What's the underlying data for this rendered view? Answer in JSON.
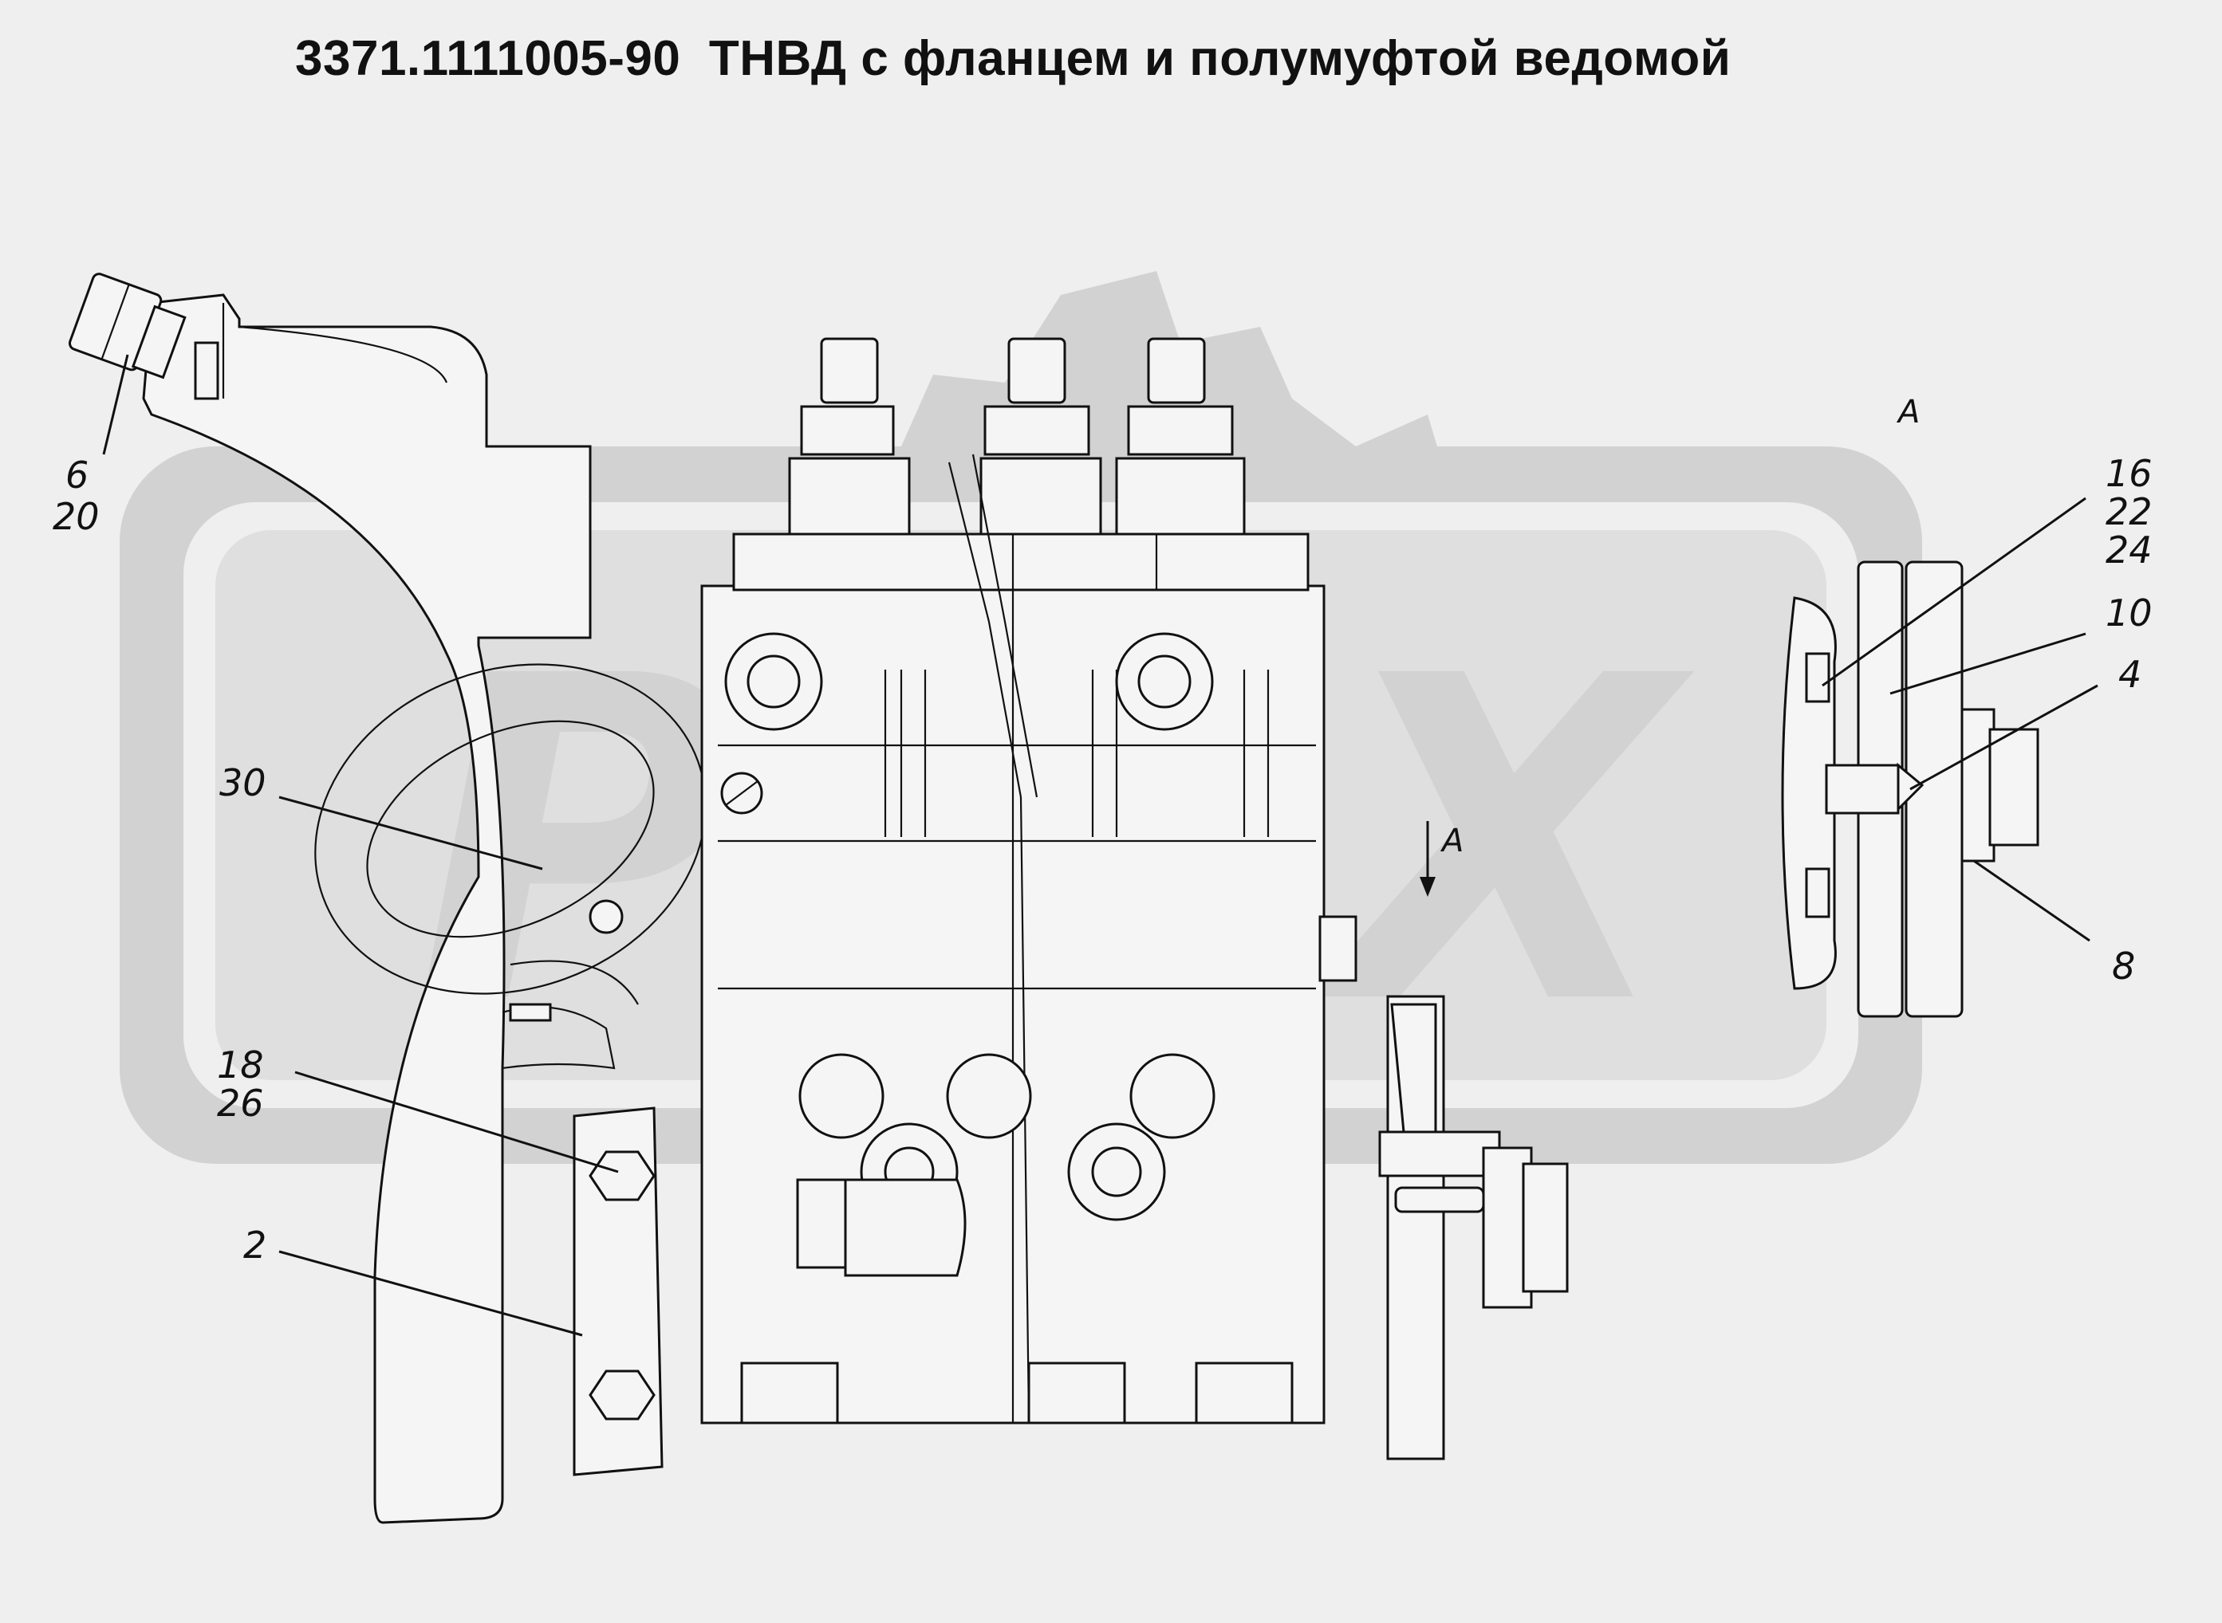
{
  "title": "3371.1111005-90  ТНВД с фланцем и полумуфтой ведомой",
  "watermark": "PLEX",
  "view_label": "А",
  "section_arrow_label": "А",
  "callouts": [
    {
      "id": "6-20",
      "lines": [
        "6",
        "20"
      ]
    },
    {
      "id": "30",
      "lines": [
        "30"
      ]
    },
    {
      "id": "18-26",
      "lines": [
        "18",
        "26"
      ]
    },
    {
      "id": "2",
      "lines": [
        "2"
      ]
    },
    {
      "id": "16-22-24",
      "lines": [
        "16",
        "22",
        "24"
      ]
    },
    {
      "id": "10",
      "lines": [
        "10"
      ]
    },
    {
      "id": "4",
      "lines": [
        "4"
      ]
    },
    {
      "id": "8",
      "lines": [
        "8"
      ]
    }
  ]
}
